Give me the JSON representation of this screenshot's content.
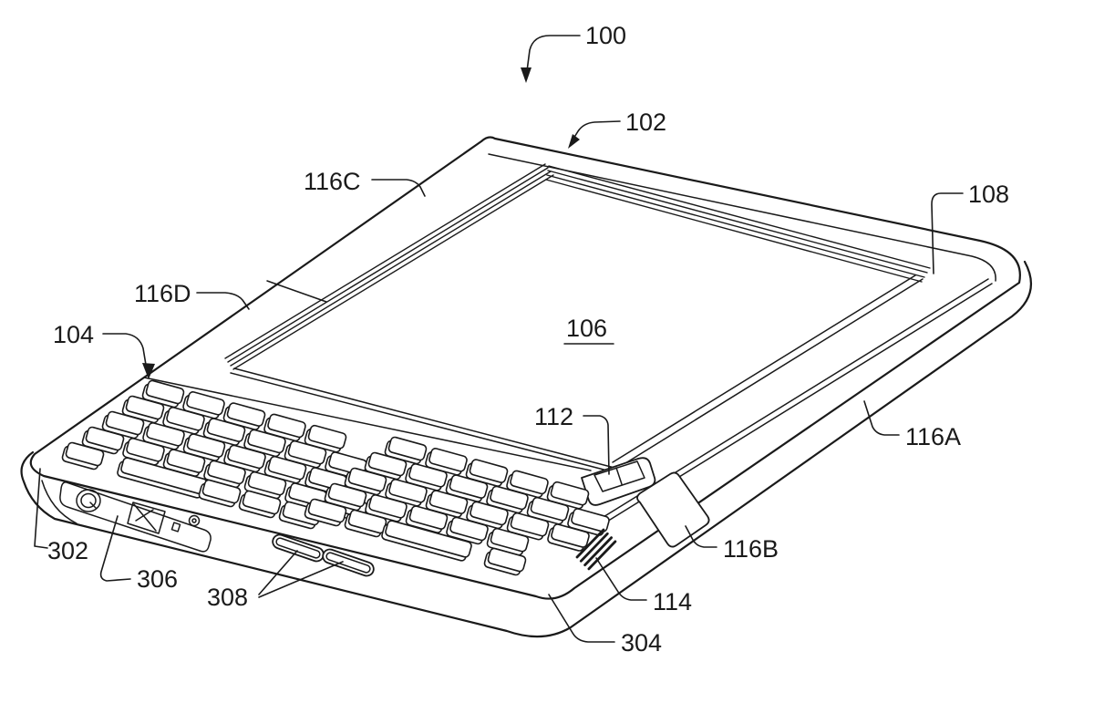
{
  "figure": {
    "background": "#ffffff",
    "ink": "#1a1a1a"
  },
  "labels": {
    "n100": {
      "text": "100"
    },
    "n102": {
      "text": "102"
    },
    "n104": {
      "text": "104"
    },
    "n106": {
      "text": "106"
    },
    "n108": {
      "text": "108"
    },
    "n112": {
      "text": "112"
    },
    "n114": {
      "text": "114"
    },
    "n116A": {
      "text": "116A"
    },
    "n116B": {
      "text": "116B"
    },
    "n116C": {
      "text": "116C"
    },
    "n116D": {
      "text": "116D"
    },
    "n302": {
      "text": "302"
    },
    "n304": {
      "text": "304"
    },
    "n306": {
      "text": "306"
    },
    "n308": {
      "text": "308"
    }
  }
}
